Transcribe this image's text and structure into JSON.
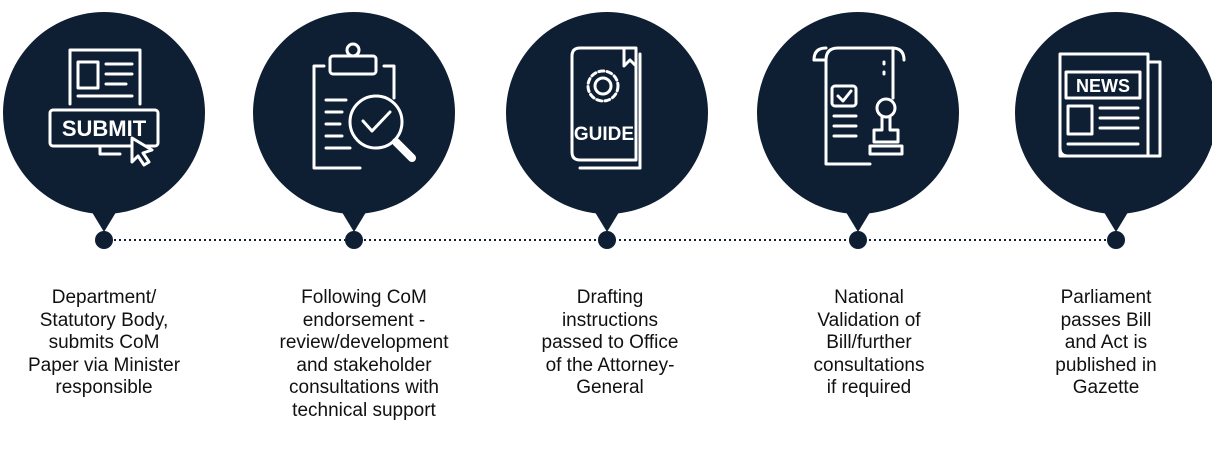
{
  "colors": {
    "node_fill": "#0e1e33",
    "icon_stroke": "#ffffff",
    "connector": "#0e1e33",
    "caption_text": "#111111"
  },
  "icons": {
    "step1": {
      "name": "submit-document-icon",
      "text": "SUBMIT"
    },
    "step2": {
      "name": "clipboard-review-icon"
    },
    "step3": {
      "name": "guide-book-icon",
      "text": "GUIDE"
    },
    "step4": {
      "name": "document-stamp-icon"
    },
    "step5": {
      "name": "newspaper-icon",
      "text": "NEWS"
    }
  },
  "steps": [
    {
      "label": "Department/\nStatutory Body,\nsubmits CoM\nPaper via Minister\nresponsible"
    },
    {
      "label": "Following CoM\nendorsement -\nreview/development\nand stakeholder\nconsultations with\ntechnical support"
    },
    {
      "label": "Drafting\ninstructions\npassed to Office\nof the Attorney-\nGeneral"
    },
    {
      "label": "National\nValidation of\nBill/further\nconsultations\nif required"
    },
    {
      "label": "Parliament\npasses Bill\nand Act is\npublished in\nGazette"
    }
  ]
}
